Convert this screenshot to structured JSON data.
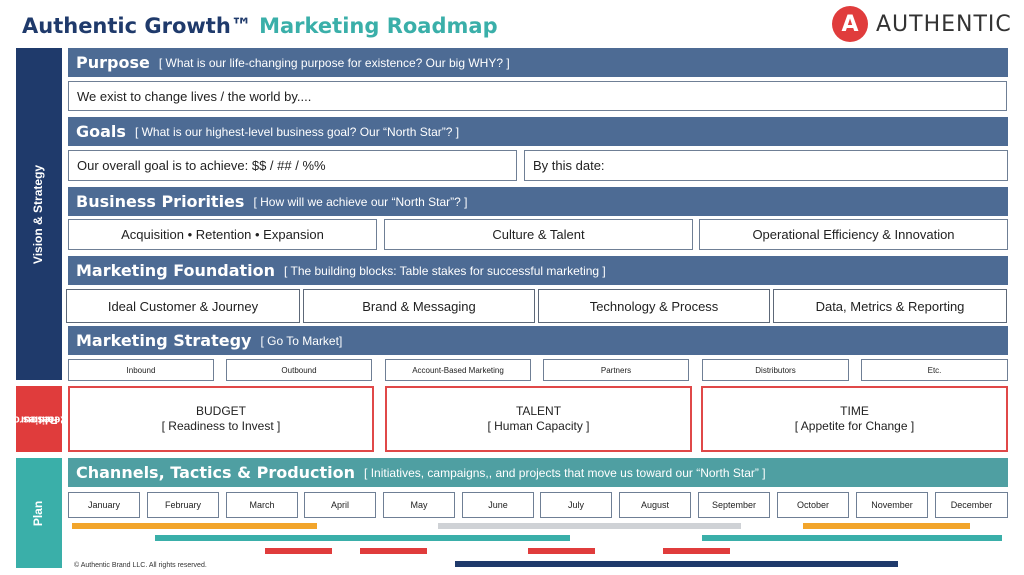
{
  "header": {
    "title_main": "Authentic Growth™",
    "title_accent": "Marketing Roadmap",
    "logo_mark": "A",
    "logo_text": "AUTHENTIC"
  },
  "side_labels": {
    "vision": "Vision & Strategy",
    "resource_line1": "Resource",
    "resource_line2": "Realities",
    "plan": "Plan"
  },
  "purpose": {
    "heading": "Purpose",
    "prompt": "[ What is our life-changing purpose for existence? Our big WHY? ]",
    "statement": "We exist to change lives / the world by...."
  },
  "goals": {
    "heading": "Goals",
    "prompt": "[ What is our highest-level business goal? Our “North Star”? ]",
    "overall": "Our overall goal is to achieve: $$ / ## / %%",
    "date": "By this date:"
  },
  "priorities": {
    "heading": "Business Priorities",
    "prompt": "[ How will we achieve our “North Star”? ]",
    "items": [
      "Acquisition • Retention • Expansion",
      "Culture & Talent",
      "Operational Efficiency & Innovation"
    ]
  },
  "foundation": {
    "heading": "Marketing Foundation",
    "prompt": "[ The building blocks: Table stakes for successful marketing ]",
    "items": [
      "Ideal Customer & Journey",
      "Brand & Messaging",
      "Technology & Process",
      "Data, Metrics & Reporting"
    ]
  },
  "strategy": {
    "heading": "Marketing Strategy",
    "prompt": "[ Go To Market]",
    "items": [
      "Inbound",
      "Outbound",
      "Account-Based Marketing",
      "Partners",
      "Distributors",
      "Etc."
    ]
  },
  "resources": [
    {
      "title": "BUDGET",
      "subtitle": "[ Readiness to Invest ]"
    },
    {
      "title": "TALENT",
      "subtitle": "[ Human Capacity ]"
    },
    {
      "title": "TIME",
      "subtitle": "[ Appetite for Change ]"
    }
  ],
  "channels": {
    "heading": "Channels, Tactics & Production",
    "prompt": "[ Initiatives, campaigns,, and projects that move us toward our “North Star” ]",
    "months": [
      "January",
      "February",
      "March",
      "April",
      "May",
      "June",
      "July",
      "August",
      "September",
      "October",
      "November",
      "December"
    ]
  },
  "colors": {
    "orange": "#f2a52b",
    "teal": "#3aafa9",
    "gray": "#cfd2d6",
    "red": "#e03c3c",
    "navy": "#1f3a6b"
  },
  "footer": {
    "copyright": "© Authentic Brand LLC. All rights reserved."
  }
}
